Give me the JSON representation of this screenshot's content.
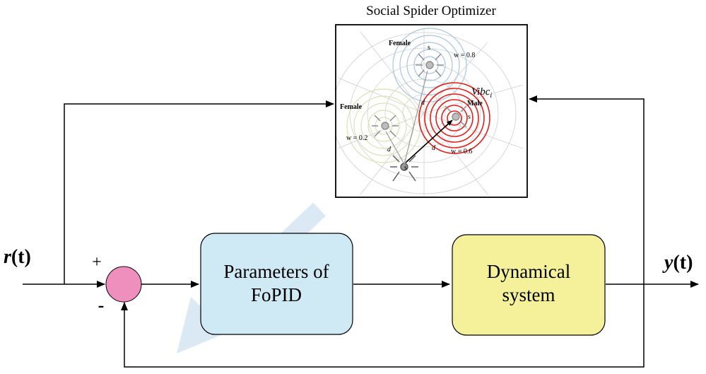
{
  "optimizer": {
    "title": "Social Spider Optimizer",
    "image_labels": {
      "female_top": "Female",
      "female_left": "Female",
      "male": "Male",
      "vibc": "Vibc",
      "vibc_sub": "i",
      "s_top": "s",
      "s_bottom": "s",
      "s_male": "s",
      "w_top": "w = 0.8",
      "w_left": "w = 0.2",
      "w_right": "w = 0.6",
      "d_top": "d",
      "d_left": "d",
      "d_right": "d"
    }
  },
  "signals": {
    "input": "r(t)",
    "input_var": "r",
    "input_arg": "(t)",
    "output_var": "y",
    "output_arg": "(t)",
    "plus": "+",
    "minus": "-"
  },
  "blocks": {
    "controller_line1": "Parameters of",
    "controller_line2": "FoPID",
    "plant_line1": "Dynamical",
    "plant_line2": "system"
  },
  "colors": {
    "summing_junction": "#ef8fbd",
    "controller_fill": "#cfeaf5",
    "plant_fill": "#f5f19b",
    "web_ring_red": "#e0201b",
    "web_ring_blue": "#a8c6e2",
    "web_ring_green": "#d7e3b4",
    "faded_arrow": "#dbe9f5"
  }
}
